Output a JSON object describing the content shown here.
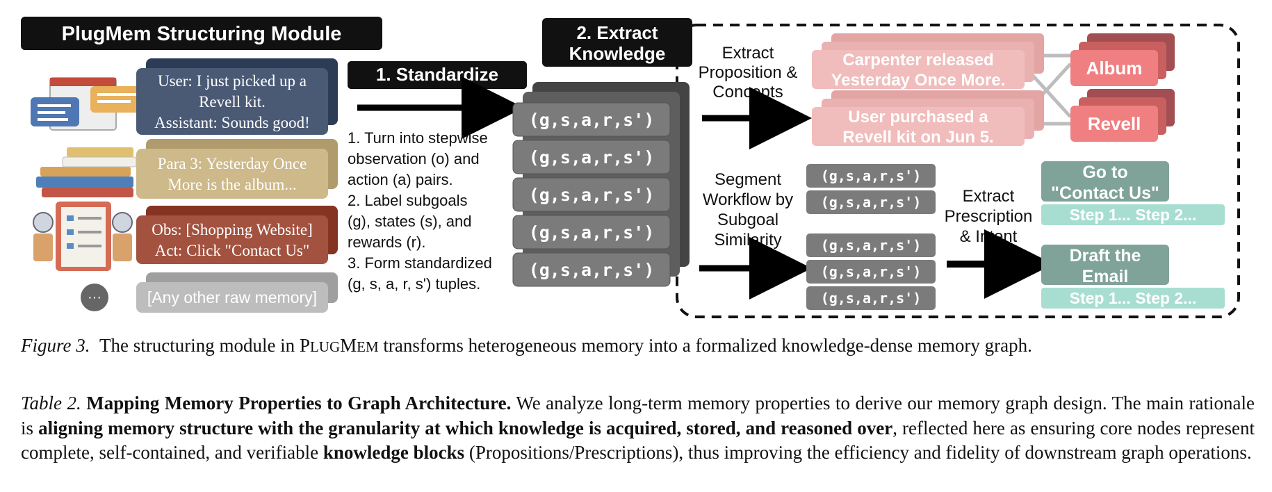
{
  "figure": {
    "module_title": "PlugMem Structuring Module",
    "step1_title": "1. Standardize",
    "step2_title_line1": "2. Extract",
    "step2_title_line2": "Knowledge",
    "raw_memories": [
      {
        "lines": [
          "User: I just picked up a",
          "Revell kit.",
          "Assistant: Sounds good!"
        ],
        "color": "#4a5a75"
      },
      {
        "lines": [
          "Para 3: Yesterday Once",
          "More is the album..."
        ],
        "color": "#cdb98a"
      },
      {
        "lines": [
          "Obs: [Shopping Website]",
          "Act: Click \"Contact Us\""
        ],
        "color": "#a3523f"
      },
      {
        "lines": [
          "[Any other raw memory]"
        ],
        "color": "#bdbdbd"
      }
    ],
    "ellipsis": "···",
    "standardize_steps": [
      "1. Turn into stepwise",
      "observation (o) and",
      "action (a) pairs.",
      "2. Label subgoals",
      "(g), states (s), and",
      "rewards (r).",
      "3. Form standardized",
      "(g, s, a, r, s') tuples."
    ],
    "tuple": "(g,s,a,r,s')",
    "extract_prop_label": [
      "Extract",
      "Proposition &",
      "Concepts"
    ],
    "propositions": [
      {
        "lines": [
          "Carpenter released",
          "Yesterday Once More."
        ]
      },
      {
        "lines": [
          "User purchased a",
          "Revell kit on Jun 5."
        ]
      }
    ],
    "concepts": [
      "Album",
      "Revell"
    ],
    "segment_label": [
      "Segment",
      "Workflow by",
      "Subgoal",
      "Similarity"
    ],
    "extract_presc_label": [
      "Extract",
      "Prescription",
      "& Intent"
    ],
    "intents": [
      {
        "lines": [
          "Go to",
          "\"Contact Us\""
        ],
        "steps": "Step 1... Step 2..."
      },
      {
        "lines": [
          "Draft the",
          "Email"
        ],
        "steps": "Step 1... Step 2..."
      }
    ],
    "colors": {
      "dark_label": "#111111",
      "tuple_gray": "#7b7b7b",
      "proposition": "#f1bcbc",
      "concept": "#ef7f80",
      "intent": "#7fa398",
      "steps": "#a8ded1"
    }
  },
  "caption_figure": {
    "label": "Figure 3.",
    "before": "The structuring module in ",
    "name_p": "P",
    "name_lug": "LUG",
    "name_m": "M",
    "name_em": "EM",
    "after": " transforms heterogeneous memory into a formalized knowledge-dense memory graph."
  },
  "caption_table": {
    "label": "Table 2.",
    "bold_title": "Mapping Memory Properties to Graph Architecture.",
    "text1": " We analyze long-term memory properties to derive our memory graph design. The main rationale is ",
    "bold2": "aligning memory structure with the granularity at which knowledge is acquired, stored, and reasoned over",
    "text2": ", reflected here as ensuring core nodes represent complete, self-contained, and verifiable ",
    "bold3": "knowledge blocks",
    "text3": " (Propositions/Prescriptions), thus improving the efficiency and fidelity of downstream graph operations."
  }
}
